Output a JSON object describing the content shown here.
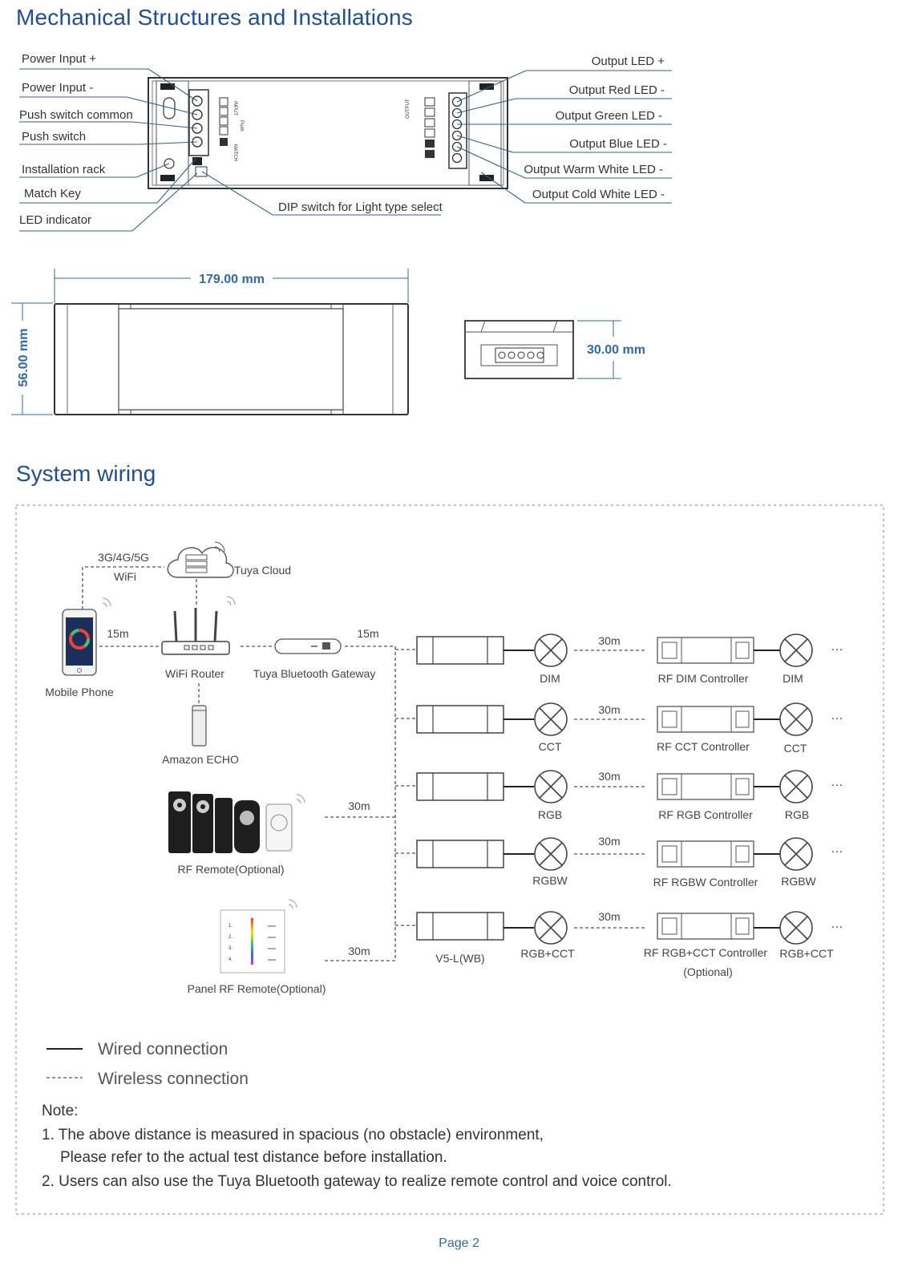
{
  "headings": {
    "mechanical": "Mechanical Structures and Installations",
    "wiring": "System wiring"
  },
  "mechanical": {
    "left_labels": [
      "Power Input +",
      "Power Input -",
      "Push switch common",
      "Push switch",
      "Installation rack",
      "Match Key",
      "LED indicator"
    ],
    "right_labels": [
      "Output LED +",
      "Output Red LED -",
      "Output Green LED -",
      "Output Blue LED -",
      "Output Warm White LED -",
      "Output Cold White LED -"
    ],
    "dip_label": "DIP switch for Light type select",
    "device_text": {
      "input": "INPUT",
      "output": "OUTPUT",
      "push": "Push",
      "match": "MATCH"
    }
  },
  "dimensions": {
    "length": "179.00 mm",
    "width": "56.00 mm",
    "height": "30.00 mm"
  },
  "wiring": {
    "cloud_link": [
      "3G/4G/5G",
      "WiFi"
    ],
    "cloud": "Tuya Cloud",
    "phone": "Mobile Phone",
    "router": "WiFi Router",
    "gateway": "Tuya Bluetooth Gateway",
    "echo": "Amazon ECHO",
    "rf_remote": "RF Remote(Optional)",
    "panel_remote": "Panel RF Remote(Optional)",
    "dist_phone_router": "15m",
    "dist_gateway": "15m",
    "dist_remote": "30m",
    "dist_panel": "30m",
    "device_model": "V5-L(WB)",
    "panel_keys": [
      "1.",
      "2.",
      "3.",
      "4."
    ],
    "rows": [
      {
        "lamp": "DIM",
        "distance": "30m",
        "controller": "RF DIM Controller",
        "lamp2": "DIM"
      },
      {
        "lamp": "CCT",
        "distance": "30m",
        "controller": "RF CCT Controller",
        "lamp2": "CCT"
      },
      {
        "lamp": "RGB",
        "distance": "30m",
        "controller": "RF RGB Controller",
        "lamp2": "RGB"
      },
      {
        "lamp": "RGBW",
        "distance": "30m",
        "controller": "RF RGBW Controller",
        "lamp2": "RGBW"
      },
      {
        "lamp": "RGB+CCT",
        "distance": "30m",
        "controller": "RF RGB+CCT Controller",
        "controller_note": "(Optional)",
        "lamp2": "RGB+CCT"
      }
    ],
    "ellipsis": "···"
  },
  "legend": {
    "wired": "Wired connection",
    "wireless": "Wireless connection"
  },
  "notes": {
    "title": "Note:",
    "items": [
      "1. The above distance is measured in spacious (no obstacle) environment,",
      "Please refer to the actual test distance before installation.",
      "2. Users can also use the Tuya Bluetooth gateway to realize remote control and voice control."
    ]
  },
  "page": "Page 2"
}
